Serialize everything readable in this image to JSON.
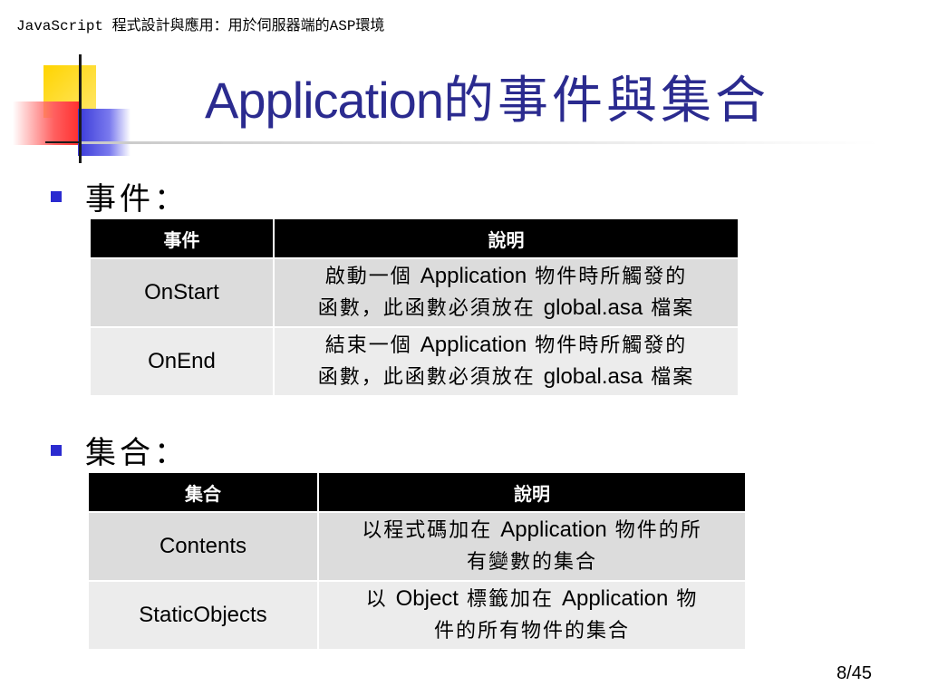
{
  "header": {
    "course_title": "JavaScript 程式設計與應用：用於伺服器端的ASP環境"
  },
  "slide": {
    "title_latin": "Application",
    "title_cjk": "的事件與集合"
  },
  "events_section": {
    "bullet_label": "事件：",
    "columns": [
      "事件",
      "說明"
    ],
    "rows": [
      {
        "name": "OnStart",
        "desc_line1_prefix": "啟動一個 ",
        "desc_line1_en": "Application",
        "desc_line1_suffix": " 物件時所觸發的",
        "desc_line2_prefix": "函數，此函數必須放在 ",
        "desc_line2_en": "global.asa",
        "desc_line2_suffix": " 檔案"
      },
      {
        "name": "OnEnd",
        "desc_line1_prefix": "結束一個 ",
        "desc_line1_en": "Application",
        "desc_line1_suffix": " 物件時所觸發的",
        "desc_line2_prefix": "函數，此函數必須放在 ",
        "desc_line2_en": "global.asa",
        "desc_line2_suffix": " 檔案"
      }
    ]
  },
  "collections_section": {
    "bullet_label": "集合：",
    "columns": [
      "集合",
      "說明"
    ],
    "rows": [
      {
        "name": "Contents",
        "desc_line1_prefix": "以程式碼加在 ",
        "desc_line1_en": "Application",
        "desc_line1_suffix": " 物件的所",
        "desc_line2_prefix": "有變數的集合",
        "desc_line2_en": "",
        "desc_line2_suffix": ""
      },
      {
        "name": "StaticObjects",
        "desc_line1_prefix": "以 ",
        "desc_line1_en": "Object",
        "desc_line1_suffix": " 標籤加在 ",
        "desc_line1_en2": "Application",
        "desc_line1_suffix2": " 物",
        "desc_line2_prefix": "件的所有物件的集合",
        "desc_line2_en": "",
        "desc_line2_suffix": ""
      }
    ]
  },
  "footer": {
    "page_number": "8/45"
  },
  "colors": {
    "title": "#2b2b8f",
    "bullet": "#2b2bd0",
    "table_header_bg": "#000000",
    "row_bg": "#dcdcdc",
    "row_alt_bg": "#ececec"
  }
}
